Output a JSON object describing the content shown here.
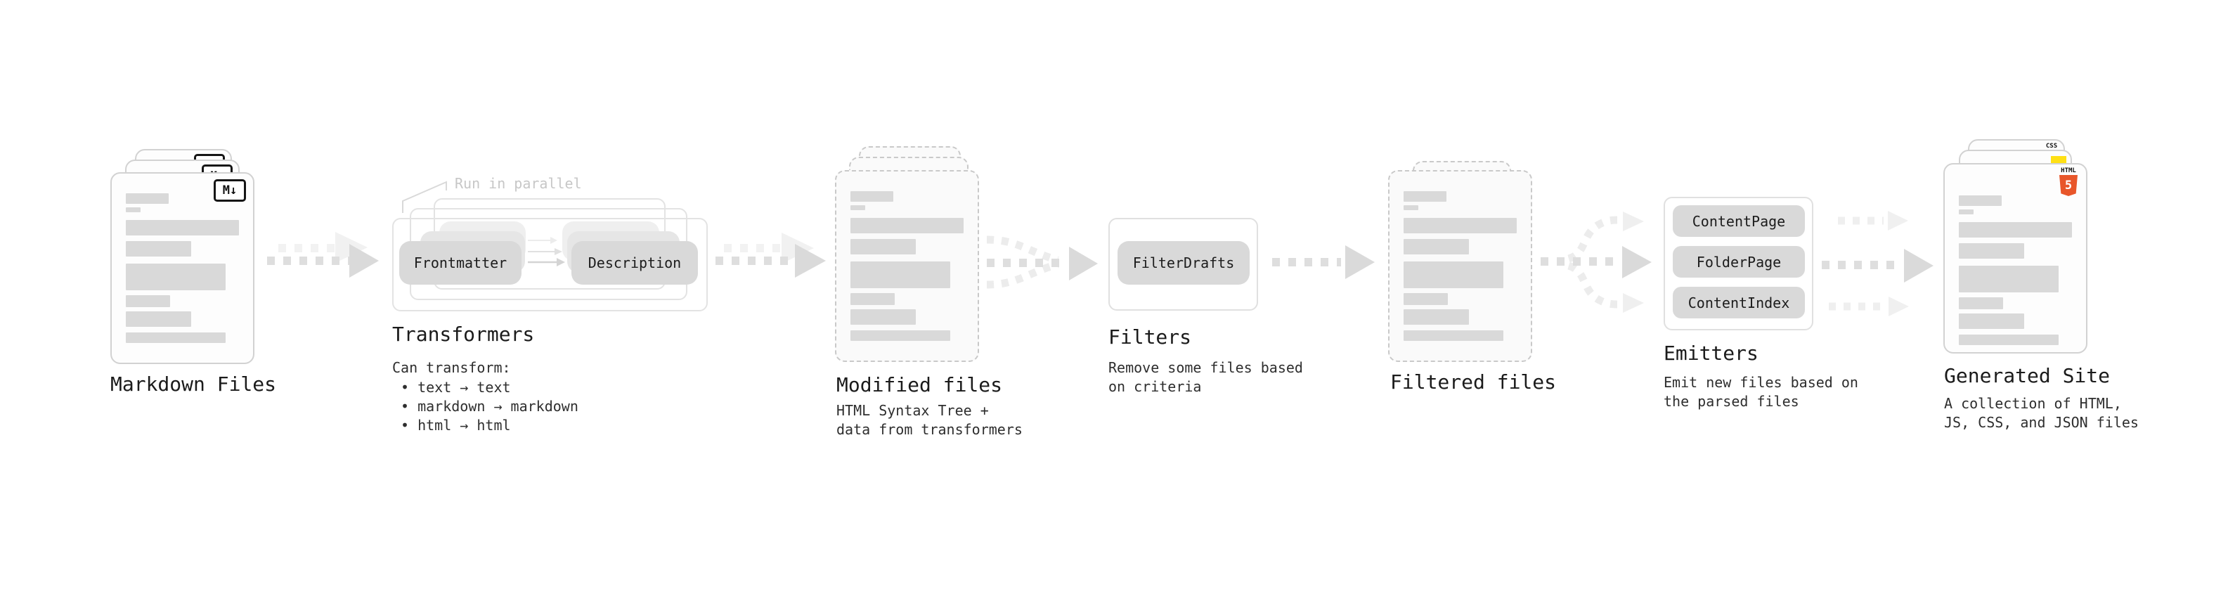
{
  "stages": {
    "markdown_files": {
      "label": "Markdown Files"
    },
    "transformers": {
      "label": "Transformers",
      "annotation": "Run in parallel",
      "pill_left": "Frontmatter",
      "pill_right": "Description",
      "desc_title": "Can transform:",
      "bullets": [
        "• text → text",
        "• markdown → markdown",
        "• html → html"
      ]
    },
    "modified_files": {
      "label": "Modified files",
      "desc": [
        "HTML Syntax Tree +",
        "data from transformers"
      ]
    },
    "filters": {
      "label": "Filters",
      "pill": "FilterDrafts",
      "desc": [
        "Remove some files based",
        "on criteria"
      ]
    },
    "filtered_files": {
      "label": "Filtered files"
    },
    "emitters": {
      "label": "Emitters",
      "pills": [
        "ContentPage",
        "FolderPage",
        "ContentIndex"
      ],
      "desc": [
        "Emit new files based on",
        "the parsed files"
      ]
    },
    "generated_site": {
      "label": "Generated Site",
      "desc": [
        "A collection of HTML,",
        "JS, CSS, and JSON files"
      ]
    }
  },
  "icons": {
    "markdown_badge": "M↓",
    "html5_caption": "HTML",
    "html5_number": "5",
    "css_badge": "CSS"
  },
  "colors": {
    "html5_orange": "#e8562a",
    "js_yellow": "#ffe014",
    "css_blue": "#2a63e8",
    "skeleton_bar": "#d9d9d9",
    "pill_gray": "#d9d9d9",
    "arrow_gray": "#dadada",
    "arrow_light": "#f0f0f0",
    "muted_text": "#c7c7c7"
  },
  "skeleton_bars": [
    {
      "w": 38,
      "h": 15,
      "mt": 0
    },
    {
      "w": 13,
      "h": 7,
      "mt": 5
    },
    {
      "w": 100,
      "h": 22,
      "mt": 11
    },
    {
      "w": 58,
      "h": 22,
      "mt": 8
    },
    {
      "w": 88,
      "h": 38,
      "mt": 10
    },
    {
      "w": 39,
      "h": 17,
      "mt": 7
    },
    {
      "w": 58,
      "h": 22,
      "mt": 6
    },
    {
      "w": 88,
      "h": 15,
      "mt": 8
    }
  ]
}
